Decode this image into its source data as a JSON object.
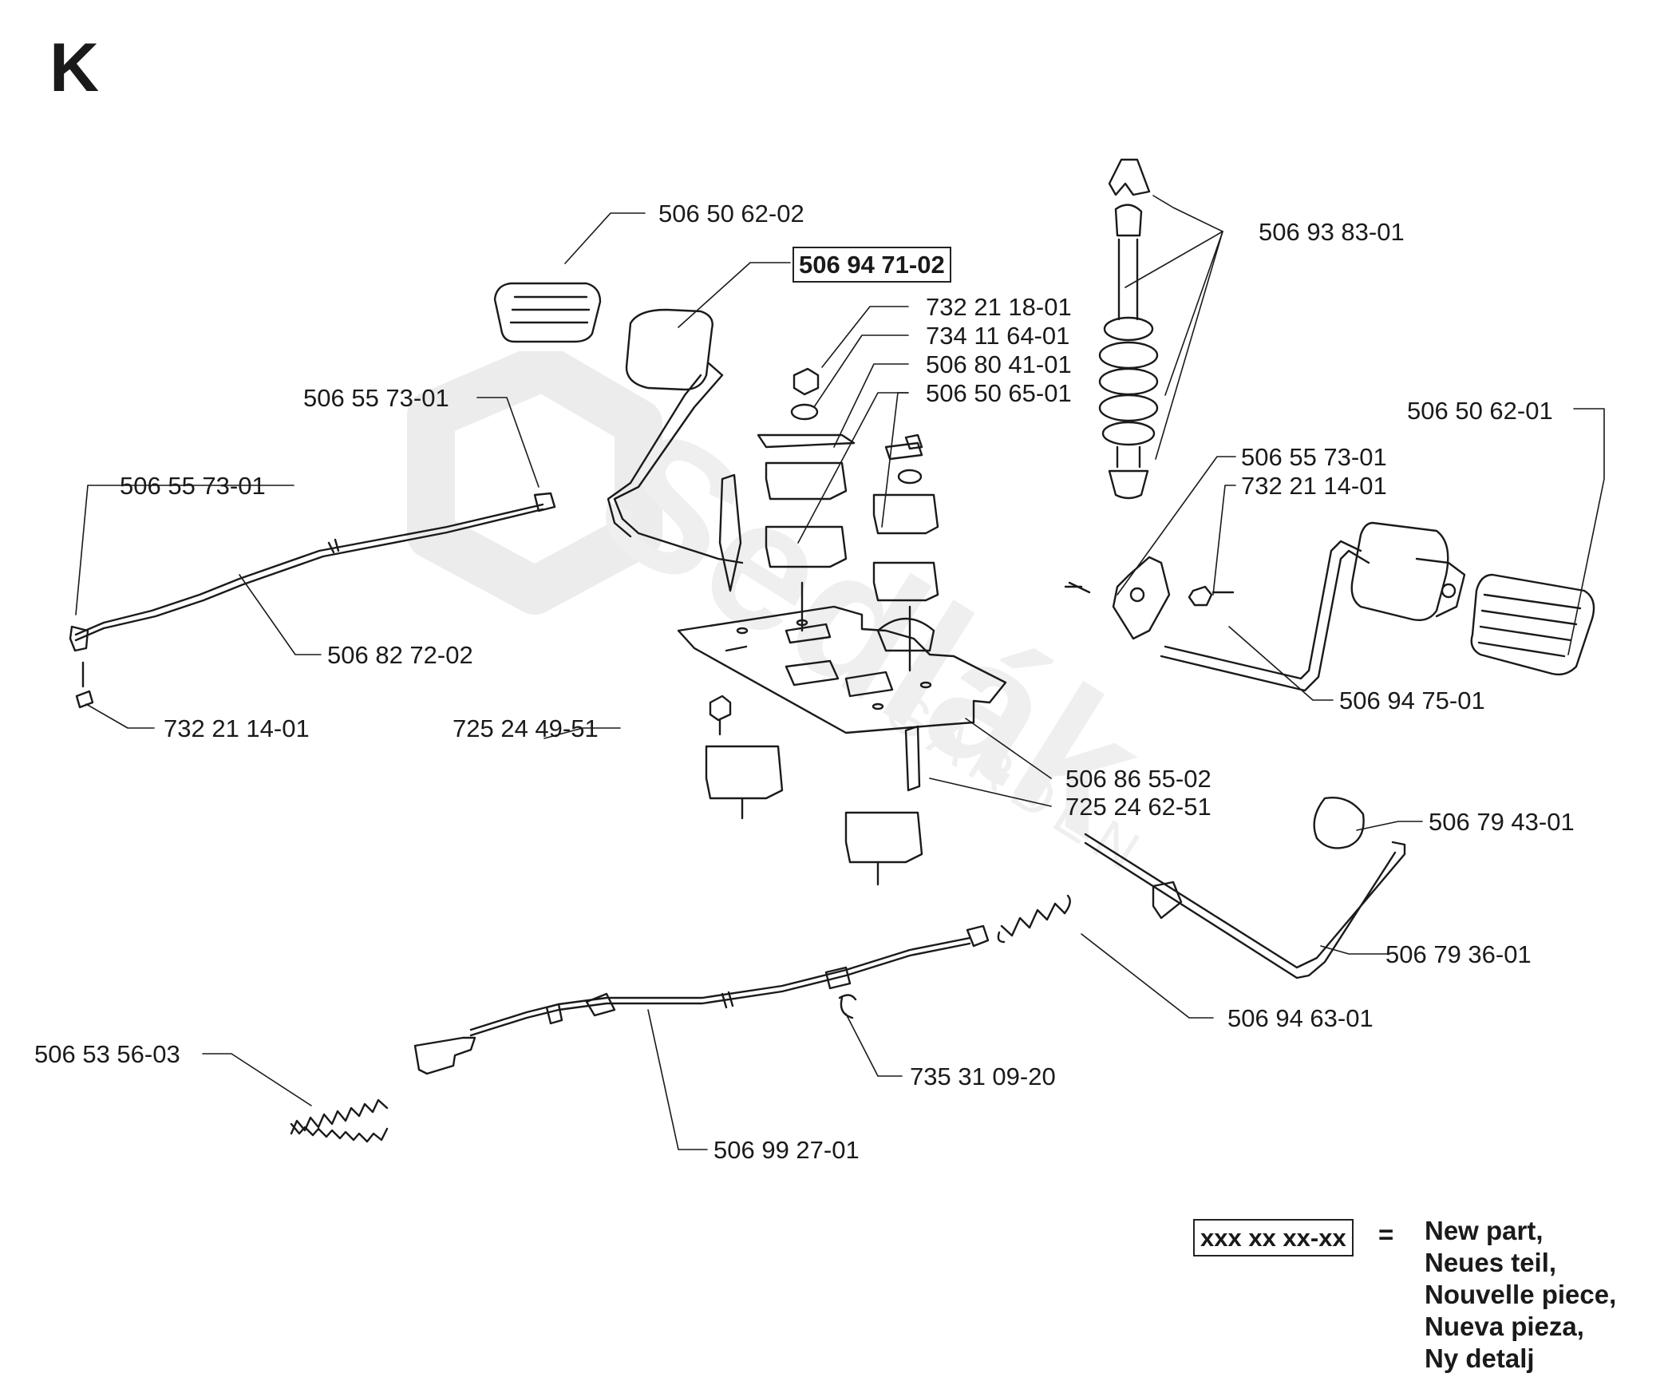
{
  "section_letter": "K",
  "watermark": {
    "text": "Sedlák",
    "subtext": "GARDEN"
  },
  "callouts": {
    "c01": "506 50 62-02",
    "c02": "506 94 71-02",
    "c03": "506 93 83-01",
    "c04": "732 21 18-01",
    "c05": "734 11 64-01",
    "c06": "506 80 41-01",
    "c07": "506 50 65-01",
    "c08": "506 55 73-01",
    "c09": "506 50 62-01",
    "c10": "506 55 73-01",
    "c11": "506 55 73-01",
    "c12": "732 21 14-01",
    "c13": "506 82 72-02",
    "c14": "732 21 14-01",
    "c15": "725 24 49-51",
    "c16": "506 94 75-01",
    "c17": "506 86 55-02",
    "c18": "725 24 62-51",
    "c19": "506 79 43-01",
    "c20": "506 79 36-01",
    "c21": "506 94 63-01",
    "c22": "506 53 56-03",
    "c23": "735 31 09-20",
    "c24": "506 99 27-01"
  },
  "legend": {
    "symbol": "xxx xx xx-xx",
    "equals": "=",
    "lines": [
      "New part,",
      "Neues teil,",
      "Nouvelle piece,",
      "Nueva pieza,",
      "Ny detalj"
    ]
  }
}
